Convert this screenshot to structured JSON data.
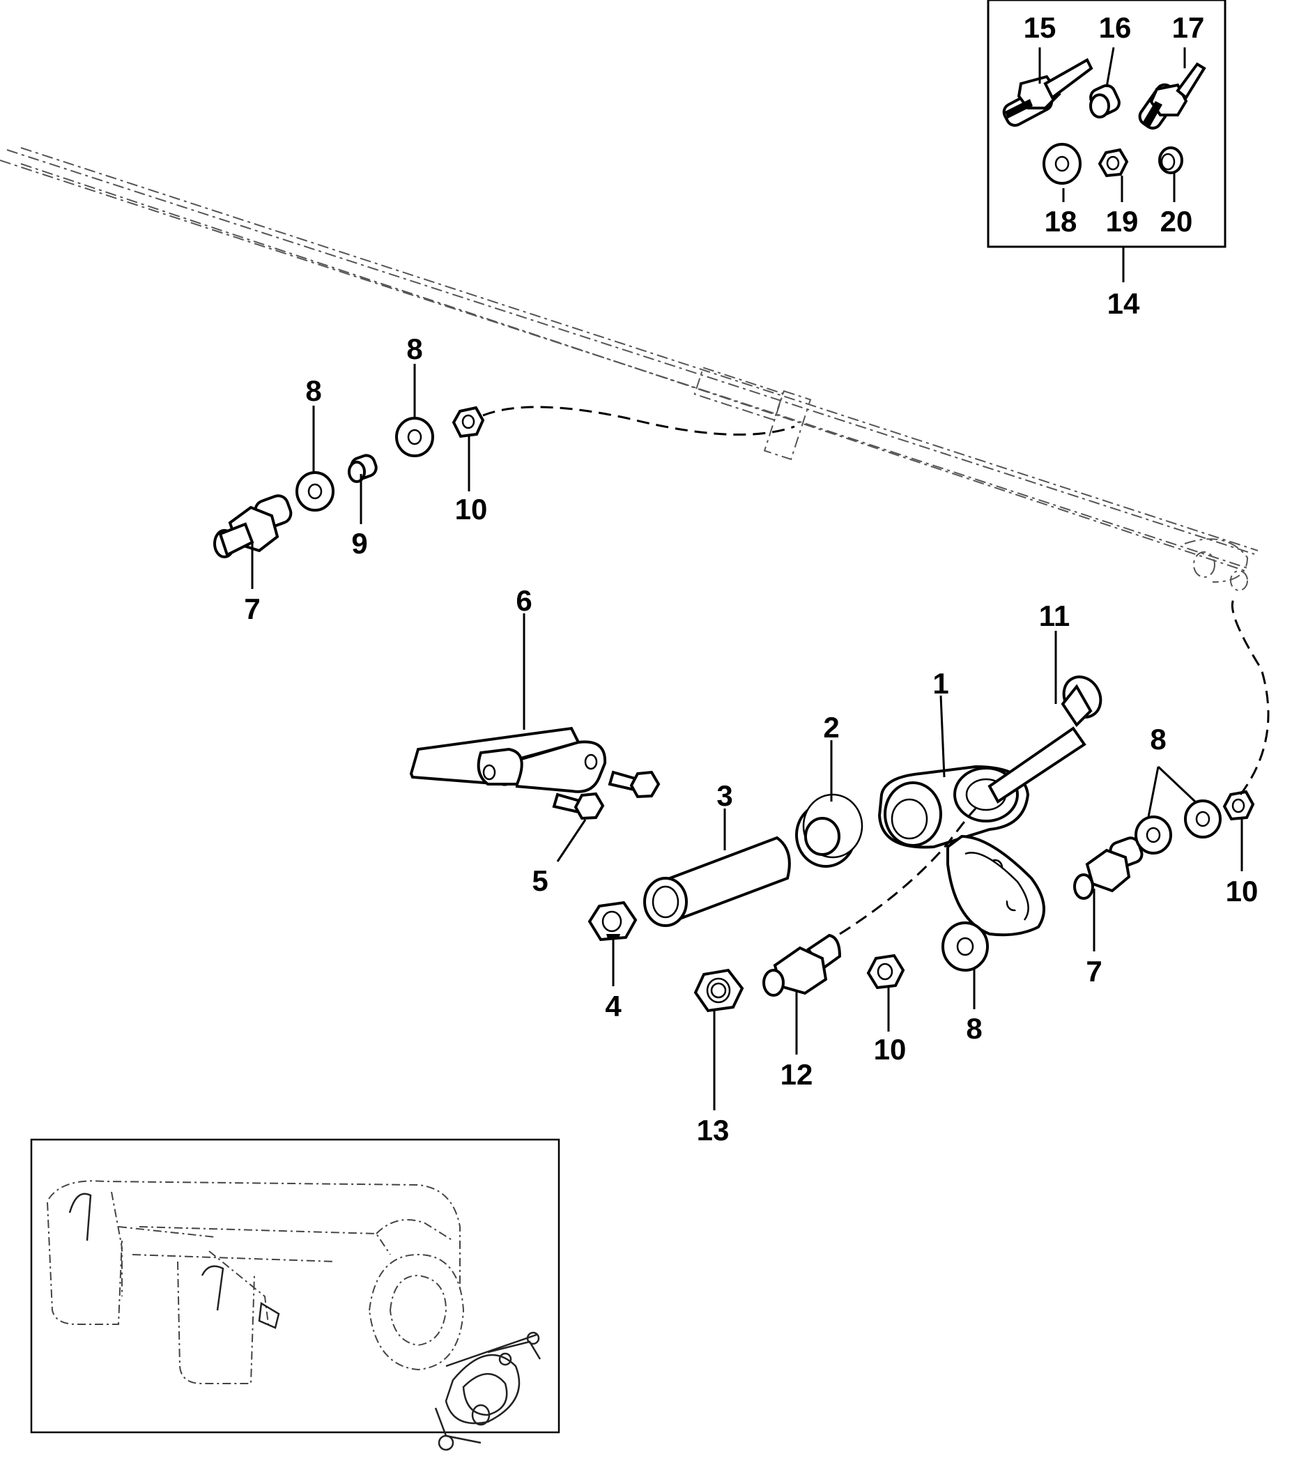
{
  "callouts": {
    "c1": "1",
    "c2": "2",
    "c3": "3",
    "c4": "4",
    "c5": "5",
    "c6": "6",
    "c7a": "7",
    "c7b": "7",
    "c8a": "8",
    "c8b": "8",
    "c8c": "8",
    "c8d": "8",
    "c9": "9",
    "c10a": "10",
    "c10b": "10",
    "c10c": "10",
    "c11": "11",
    "c12": "12",
    "c13": "13",
    "c14": "14",
    "c15": "15",
    "c16": "16",
    "c17": "17",
    "c18": "18",
    "c19": "19",
    "c20": "20"
  },
  "colors": {
    "line": "#000000",
    "ghost_line": "#555555",
    "background": "#ffffff"
  }
}
